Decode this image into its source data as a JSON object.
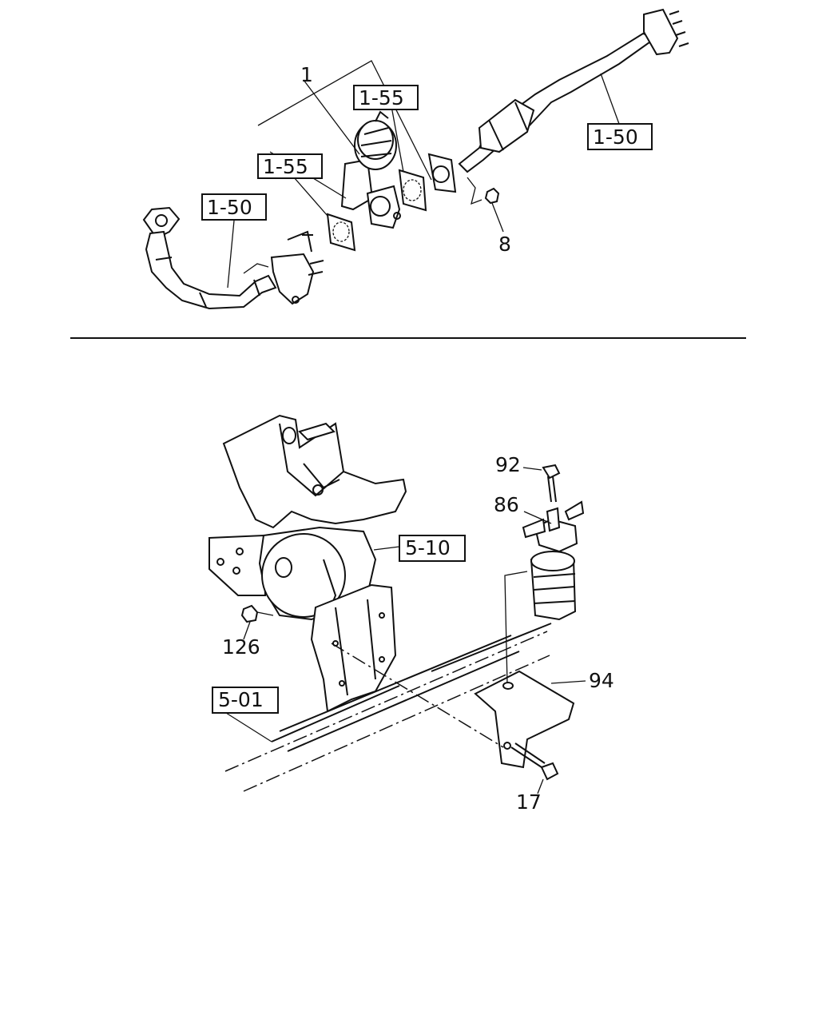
{
  "labels": {
    "exhaust": {
      "part_1": "1",
      "ref_1_55_right": "1-55",
      "ref_1_55_left": "1-55",
      "ref_1_50_right": "1-50",
      "ref_1_50_left": "1-50",
      "part_8": "8"
    },
    "mount": {
      "part_92": "92",
      "part_86": "86",
      "ref_5_10": "5-10",
      "part_126": "126",
      "part_94": "94",
      "ref_5_01": "5-01",
      "part_17": "17"
    }
  }
}
